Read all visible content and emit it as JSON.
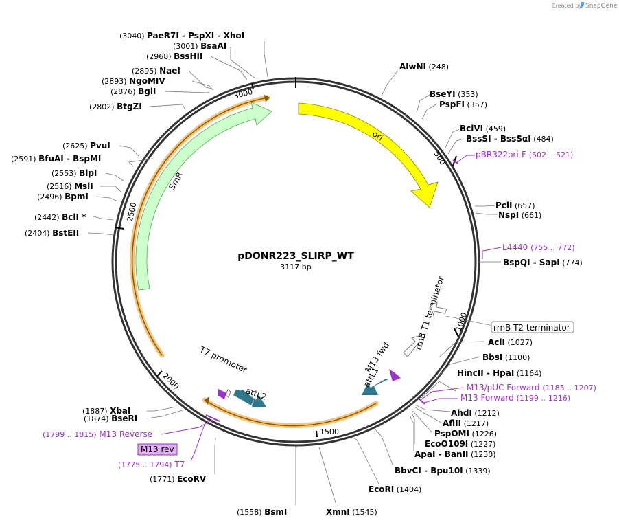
{
  "watermark": {
    "created_by": "Created by",
    "app": "SnapGene",
    "icon": "snapgene-logo-icon"
  },
  "plasmid": {
    "name": "pDONR223_SLIRP_WT",
    "size": "3117 bp"
  },
  "ticks": [
    "500",
    "1000",
    "1500",
    "2000",
    "2500",
    "3000"
  ],
  "features": [
    {
      "name": "ori"
    },
    {
      "name": "SmR"
    },
    {
      "name": "attL2"
    },
    {
      "name": "attL1"
    },
    {
      "name": "T7 promoter"
    },
    {
      "name": "M13 fwd"
    },
    {
      "name": "rrnB T1 terminator"
    },
    {
      "name": "rrnB T2 terminator"
    }
  ],
  "enzymes": [
    {
      "name": "PaeR7I",
      "pos": "(3040)",
      "second": "PspXI",
      "third": "XhoI"
    },
    {
      "name": "BsaAI",
      "pos": "(3001)"
    },
    {
      "name": "BssHII",
      "pos": "(2968)"
    },
    {
      "name": "NaeI",
      "pos": "(2895)"
    },
    {
      "name": "NgoMIV",
      "pos": "(2893)"
    },
    {
      "name": "BglI",
      "pos": "(2876)"
    },
    {
      "name": "BtgZI",
      "pos": "(2802)"
    },
    {
      "name": "PvuI",
      "pos": "(2625)"
    },
    {
      "name": "BfuAI",
      "pos": "(2591)",
      "second": "BspMI"
    },
    {
      "name": "BlpI",
      "pos": "(2553)"
    },
    {
      "name": "MslI",
      "pos": "(2516)"
    },
    {
      "name": "BpmI",
      "pos": "(2496)"
    },
    {
      "name": "BclI *",
      "pos": "(2442)"
    },
    {
      "name": "BstEII",
      "pos": "(2404)"
    },
    {
      "name": "XbaI",
      "pos": "(1887)"
    },
    {
      "name": "BseRI",
      "pos": "(1874)"
    },
    {
      "name": "EcoRV",
      "pos": "(1771)"
    },
    {
      "name": "BsmI",
      "pos": "(1558)"
    },
    {
      "name": "XmnI",
      "pos": "(1545)"
    },
    {
      "name": "EcoRI",
      "pos": "(1404)"
    },
    {
      "name": "BbvCI",
      "pos": "(1339)",
      "second": "Bpu10I"
    },
    {
      "name": "ApaI",
      "pos": "(1230)",
      "second": "BanII"
    },
    {
      "name": "EcoO109I",
      "pos": "(1227)"
    },
    {
      "name": "PspOMI",
      "pos": "(1226)"
    },
    {
      "name": "AflII",
      "pos": "(1217)"
    },
    {
      "name": "AhdI",
      "pos": "(1212)"
    },
    {
      "name": "HincII",
      "pos": "(1164)",
      "second": "HpaI"
    },
    {
      "name": "BbsI",
      "pos": "(1100)"
    },
    {
      "name": "AclI",
      "pos": "(1027)"
    },
    {
      "name": "BspQI",
      "pos": "(774)",
      "second": "SapI"
    },
    {
      "name": "NspI",
      "pos": "(661)"
    },
    {
      "name": "PciI",
      "pos": "(657)"
    },
    {
      "name": "BssSI",
      "pos": "(484)",
      "second": "BssSαI"
    },
    {
      "name": "BciVI",
      "pos": "(459)"
    },
    {
      "name": "PspFI",
      "pos": "(357)"
    },
    {
      "name": "BseYI",
      "pos": "(353)"
    },
    {
      "name": "AlwNI",
      "pos": "(248)"
    }
  ],
  "primers": [
    {
      "name": "pBR322ori-F",
      "range": "(502 .. 521)"
    },
    {
      "name": "L4440",
      "range": "(755 .. 772)"
    },
    {
      "name": "M13/pUC Forward",
      "range": "(1185 .. 1207)"
    },
    {
      "name": "M13 Forward",
      "range": "(1199 .. 1216)"
    },
    {
      "name": "M13 Reverse",
      "range": "(1799 .. 1815)"
    },
    {
      "name": "M13 rev"
    },
    {
      "name": "T7",
      "range": "(1775 .. 1794)"
    }
  ],
  "colors": {
    "ori": "#ffff00",
    "smr": "#ccffcc",
    "att": "#31798a",
    "primer": "#9933cc",
    "orf_highlight": "#f3b963",
    "backbone": "#333333"
  }
}
